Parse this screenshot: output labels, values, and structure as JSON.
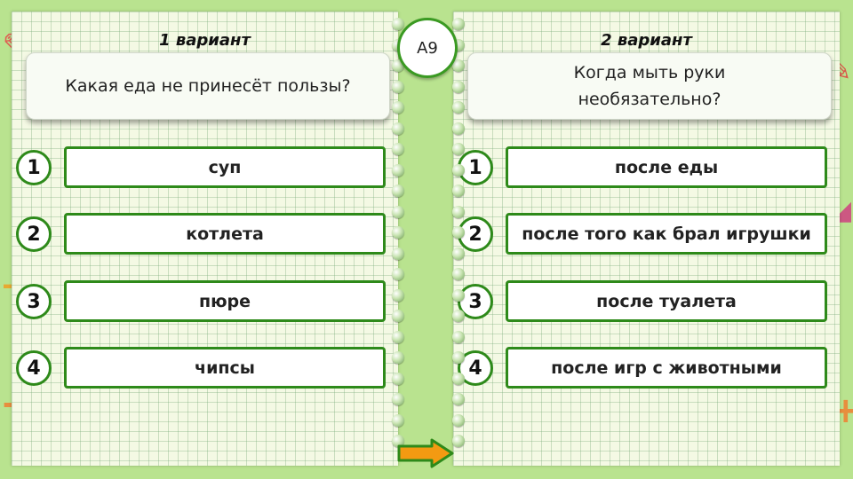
{
  "badge": "А9",
  "left": {
    "variant": "1 вариант",
    "question": "Какая еда не принесёт пользы?",
    "answers": [
      {
        "num": "1",
        "text": "суп"
      },
      {
        "num": "2",
        "text": "котлета"
      },
      {
        "num": "3",
        "text": "пюре"
      },
      {
        "num": "4",
        "text": "чипсы"
      }
    ]
  },
  "right": {
    "variant": "2 вариант",
    "question_line1": "Когда мыть руки",
    "question_line2": "необязательно?",
    "answers": [
      {
        "num": "1",
        "text": "после еды"
      },
      {
        "num": "2",
        "text": "после того как брал игрушки"
      },
      {
        "num": "3",
        "text": "после туалета"
      },
      {
        "num": "4",
        "text": "после игр с животными"
      }
    ]
  },
  "colors": {
    "accent_green": "#2e8a1a",
    "background": "#b9e38f",
    "arrow": "#f39a12"
  },
  "icons": {
    "next": "arrow-right-icon"
  }
}
